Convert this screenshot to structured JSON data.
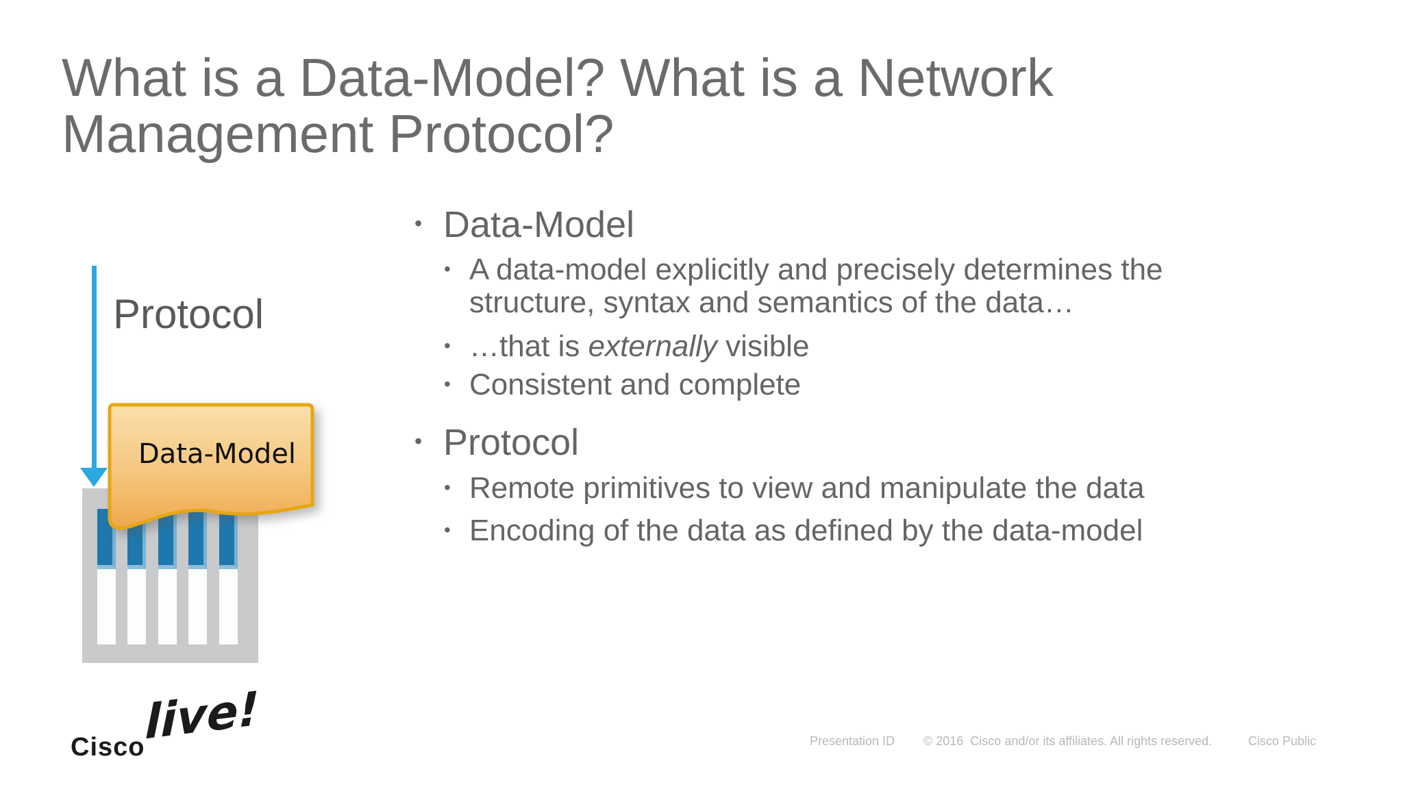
{
  "slide": {
    "title": "What is a Data-Model? What is a Network Management Protocol?",
    "diagram": {
      "protocol_label": "Protocol",
      "banner_label": "Data-Model"
    },
    "bullets": [
      {
        "text": "Data-Model"
      },
      {
        "text": "A data-model explicitly and precisely determines the structure, syntax and semantics of the data…"
      },
      {
        "prefix": "…that is ",
        "italic": "externally",
        "suffix": " visible"
      },
      {
        "text": "Consistent and complete"
      },
      {
        "text": "Protocol"
      },
      {
        "text": "Remote primitives to view and manipulate the data"
      },
      {
        "text": "Encoding of the data as defined by the data-model"
      }
    ],
    "footer": {
      "presentation_id": "Presentation ID",
      "copyright": "© 2016  Cisco and/or its affiliates. All rights reserved.",
      "classification": "Cisco Public"
    },
    "logo": {
      "brand": "Cisco",
      "script": "live!"
    }
  },
  "colors": {
    "accent_blue": "#2BA9E0",
    "bar_blue": "#1E78AD",
    "comb_gray": "#C9CACC",
    "banner_border": "#E7A613",
    "banner_fill_top": "#FADFAC",
    "banner_fill_mid": "#F5C67E",
    "banner_fill_bottom": "#EFA94E",
    "title_gray": "#6A6B6D",
    "body_gray": "#636567",
    "footer_gray": "#B6B8BA"
  }
}
